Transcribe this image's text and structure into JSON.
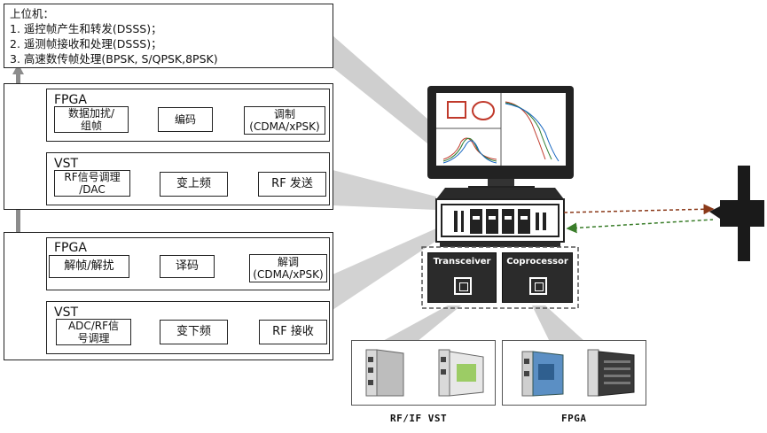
{
  "host": {
    "title": "上位机：",
    "items": [
      "1.  遥控帧产生和转发(DSSS)；",
      "2.  遥测帧接收和处理(DSSS)；",
      "3.  高速数传帧处理(BPSK, S/QPSK,8PSK)"
    ]
  },
  "tx": {
    "fpga": {
      "title": "FPGA",
      "blocks": [
        "数据加扰/\n组帧",
        "编码",
        "调制\n(CDMA/xPSK)"
      ]
    },
    "vst": {
      "title": "VST",
      "blocks": [
        "RF信号调理\n/DAC",
        "变上频",
        "RF 发送"
      ]
    }
  },
  "rx": {
    "fpga": {
      "title": "FPGA",
      "blocks": [
        "解帧/解扰",
        "译码",
        "解调\n(CDMA/xPSK)"
      ]
    },
    "vst": {
      "title": "VST",
      "blocks": [
        "ADC/RF信\n号调理",
        "变下频",
        "RF 接收"
      ]
    }
  },
  "hardware": {
    "cards": [
      "Transceiver",
      "Coprocessor"
    ]
  },
  "captions": {
    "left": "RF/IF  VST",
    "right": "FPGA"
  },
  "colors": {
    "link_tx": "#8b3a1a",
    "link_rx": "#3a7d2a",
    "arrow": "#7f7f7f",
    "card": "#2b2b2b"
  }
}
